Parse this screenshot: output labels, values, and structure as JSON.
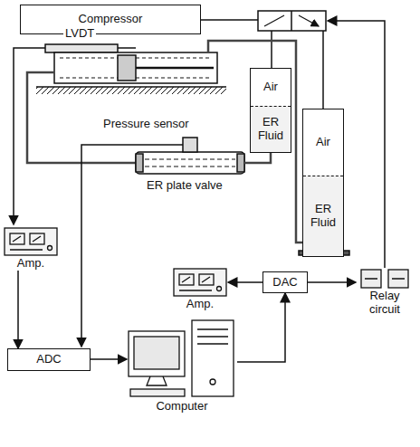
{
  "diagram": {
    "nodes": [
      {
        "text": [
          "Compressor"
        ]
      },
      {
        "text": [
          "Air",
          "ER Fluid"
        ]
      },
      {
        "text": [
          "Air",
          "ER Fluid"
        ]
      },
      {
        "text": [
          "Amp."
        ]
      },
      {
        "text": [
          "Amp."
        ]
      },
      {
        "text": [
          "DAC"
        ]
      },
      {
        "text": [
          "Relay circuit"
        ]
      },
      {
        "text": [
          "ADC"
        ]
      },
      {
        "text": [
          "Computer"
        ]
      }
    ],
    "edges": [
      {
        "from": 3,
        "to": 7,
        "arrow": "to"
      },
      {
        "from": 7,
        "to": 8,
        "arrow": "to"
      },
      {
        "from": 8,
        "to": 5,
        "arrow": "to"
      },
      {
        "from": 5,
        "to": 4,
        "arrow": "to"
      },
      {
        "from": 5,
        "to": 6,
        "arrow": "to"
      }
    ],
    "labels": [
      "LVDT",
      "Pressure sensor",
      "ER plate valve"
    ]
  }
}
